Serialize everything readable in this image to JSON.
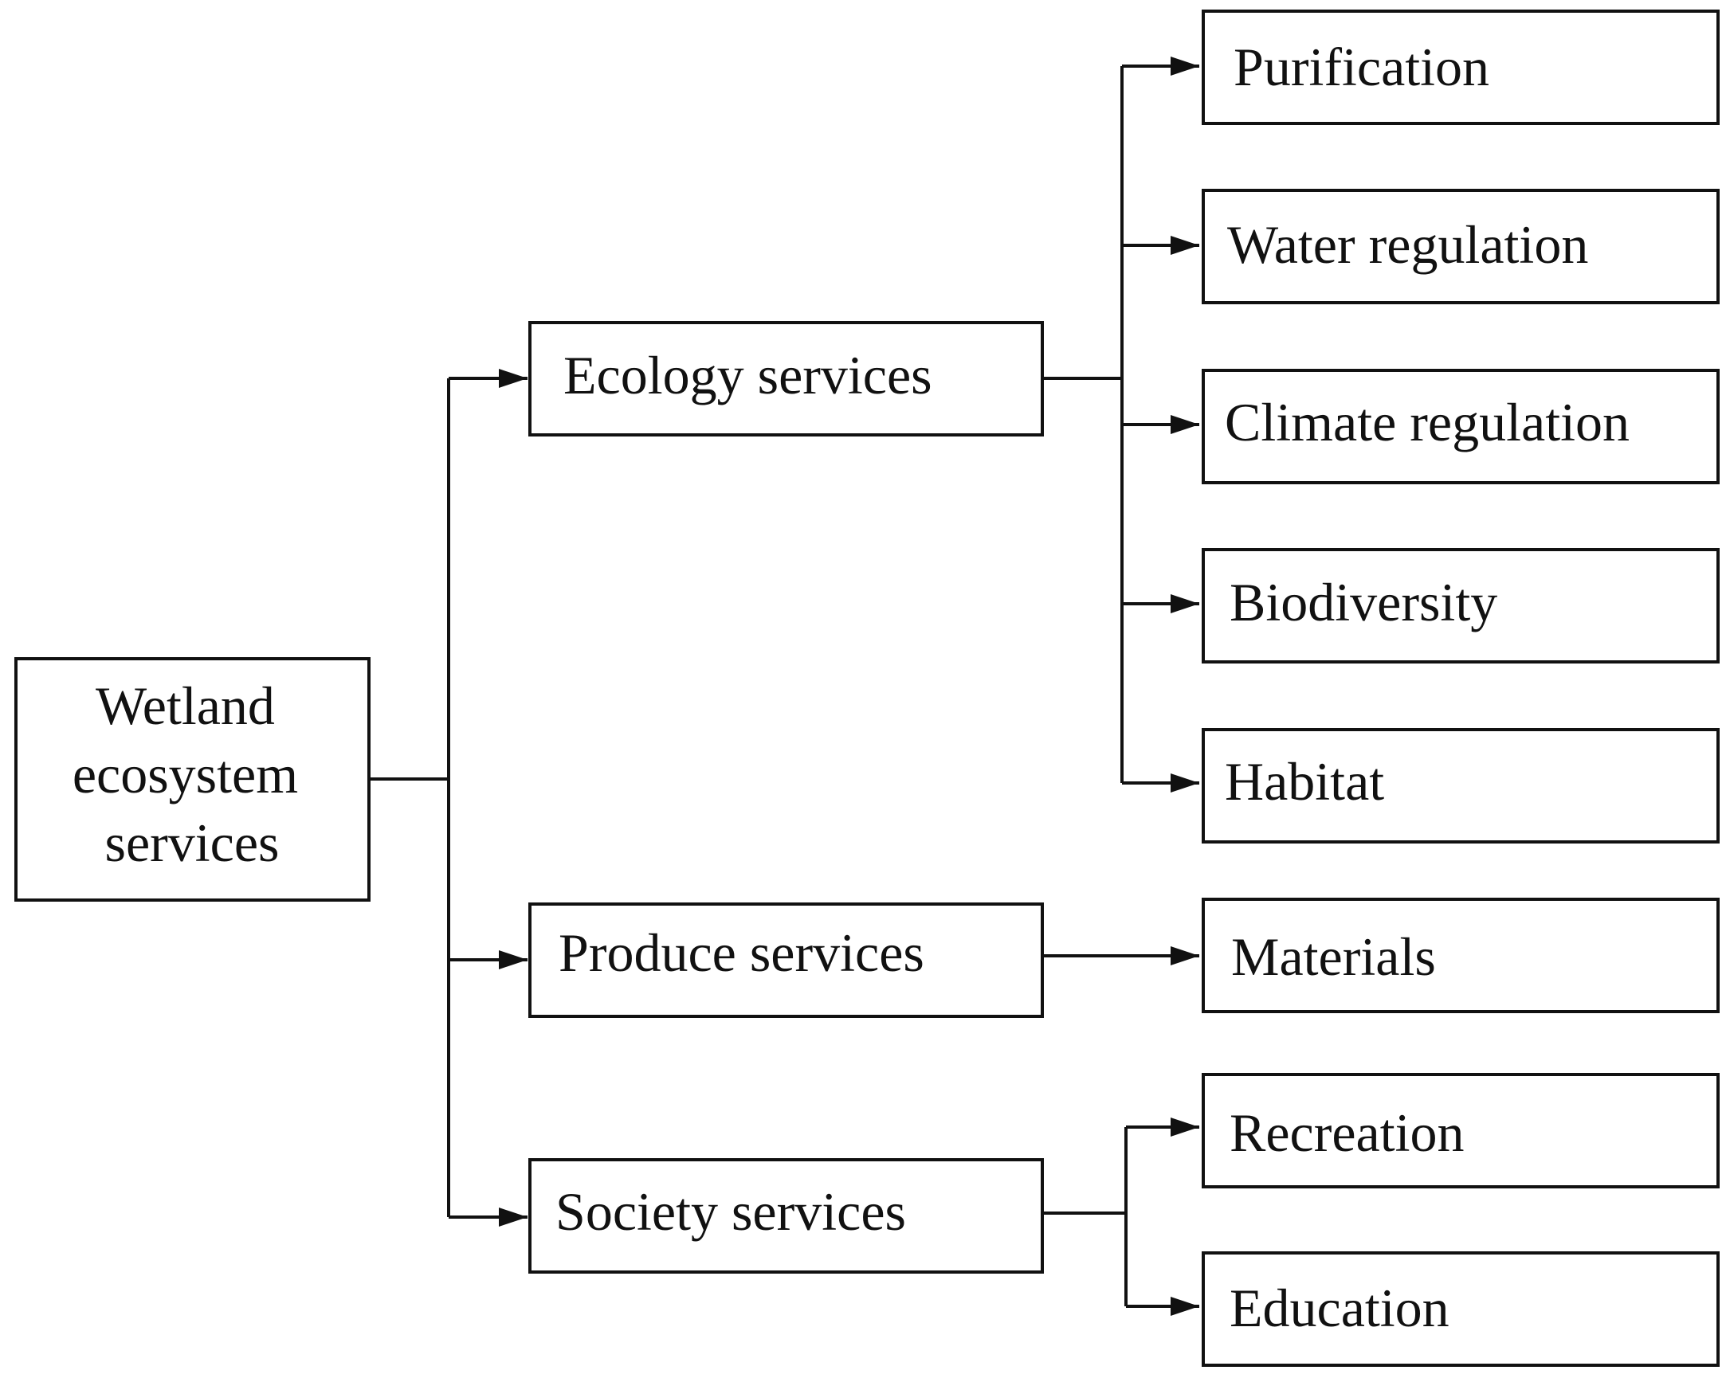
{
  "diagram": {
    "root": {
      "lines": [
        "Wetland",
        "ecosystem",
        "services"
      ]
    },
    "categories": [
      {
        "label": "Ecology services",
        "children": [
          "Purification",
          "Water regulation",
          "Climate regulation",
          "Biodiversity",
          "Habitat"
        ]
      },
      {
        "label": "Produce services",
        "children": [
          "Materials"
        ]
      },
      {
        "label": "Society services",
        "children": [
          "Recreation",
          "Education"
        ]
      }
    ],
    "colors": {
      "stroke": "#111111",
      "fill": "#ffffff",
      "text": "#111111"
    }
  }
}
